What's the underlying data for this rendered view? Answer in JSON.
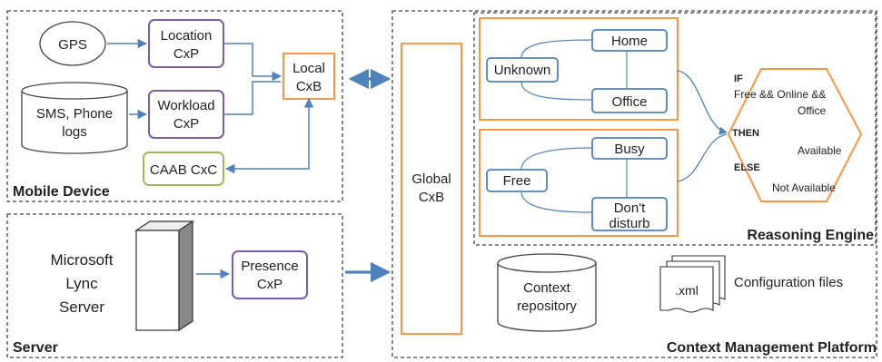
{
  "regions": {
    "mobile": "Mobile Device",
    "server": "Server",
    "platform": "Context Management Platform",
    "reasoning": "Reasoning Engine"
  },
  "mobile": {
    "gps": "GPS",
    "sms_line1": "SMS, Phone",
    "sms_line2": "logs",
    "location_line1": "Location",
    "location_line2": "CxP",
    "workload_line1": "Workload",
    "workload_line2": "CxP",
    "local_line1": "Local",
    "local_line2": "CxB",
    "caab": "CAAB CxC"
  },
  "server": {
    "lync_line1": "Microsoft",
    "lync_line2": "Lync",
    "lync_line3": "Server",
    "presence_line1": "Presence",
    "presence_line2": "CxP"
  },
  "platform": {
    "global_line1": "Global",
    "global_line2": "CxB",
    "repo_line1": "Context",
    "repo_line2": "repository",
    "xml": ".xml",
    "config": "Configuration files"
  },
  "location_states": {
    "home": "Home",
    "unknown": "Unknown",
    "office": "Office"
  },
  "availability_states": {
    "busy": "Busy",
    "free": "Free",
    "dnd_line1": "Don't",
    "dnd_line2": "disturb"
  },
  "rule": {
    "if_kw": "IF",
    "cond_line1": "Free && Online &&",
    "cond_line2": "Office",
    "then_kw": "THEN",
    "then_val": "Available",
    "else_kw": "ELSE",
    "else_val": "Not Available"
  },
  "colors": {
    "purple": "#7d5ba6",
    "orange": "#f79646",
    "green": "#9bbb59",
    "blue": "#4f81bd",
    "gray": "#555555"
  }
}
